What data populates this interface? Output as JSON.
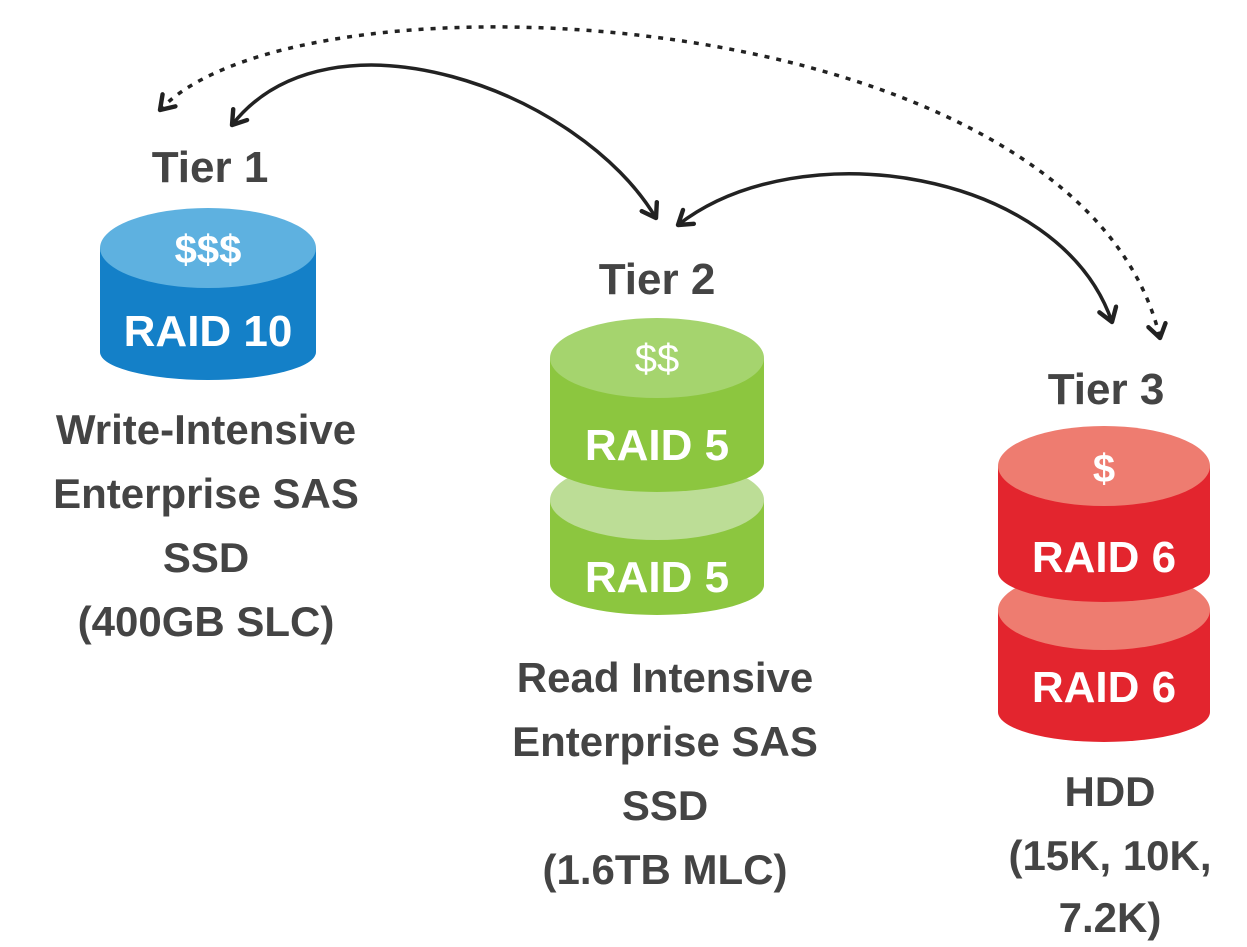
{
  "colors": {
    "tier1_top": "#5EB1E0",
    "tier1_body": "#1480C8",
    "tier2_top": "#A5D46E",
    "tier2_body": "#8CC63F",
    "tier3_top": "#EE7C70",
    "tier3_body": "#E3252E",
    "text": "#444444",
    "arrow": "#222222"
  },
  "tiers": [
    {
      "title": "Tier 1",
      "cost": "$$$",
      "raid": [
        "RAID 10"
      ],
      "description": [
        "Write-Intensive",
        "Enterprise SAS",
        "SSD",
        "(400GB SLC)"
      ]
    },
    {
      "title": "Tier 2",
      "cost": "$$",
      "raid": [
        "RAID 5",
        "RAID 5"
      ],
      "description": [
        "Read Intensive",
        "Enterprise SAS",
        "SSD",
        "(1.6TB MLC)"
      ]
    },
    {
      "title": "Tier 3",
      "cost": "$",
      "raid": [
        "RAID 6",
        "RAID 6"
      ],
      "description": [
        "HDD",
        "(15K, 10K,",
        "7.2K)"
      ]
    }
  ],
  "arrows": [
    {
      "from": "Tier 1",
      "to": "Tier 2",
      "style": "solid",
      "bidirectional": true
    },
    {
      "from": "Tier 2",
      "to": "Tier 3",
      "style": "solid",
      "bidirectional": true
    },
    {
      "from": "Tier 1",
      "to": "Tier 3",
      "style": "dotted",
      "bidirectional": true
    }
  ]
}
